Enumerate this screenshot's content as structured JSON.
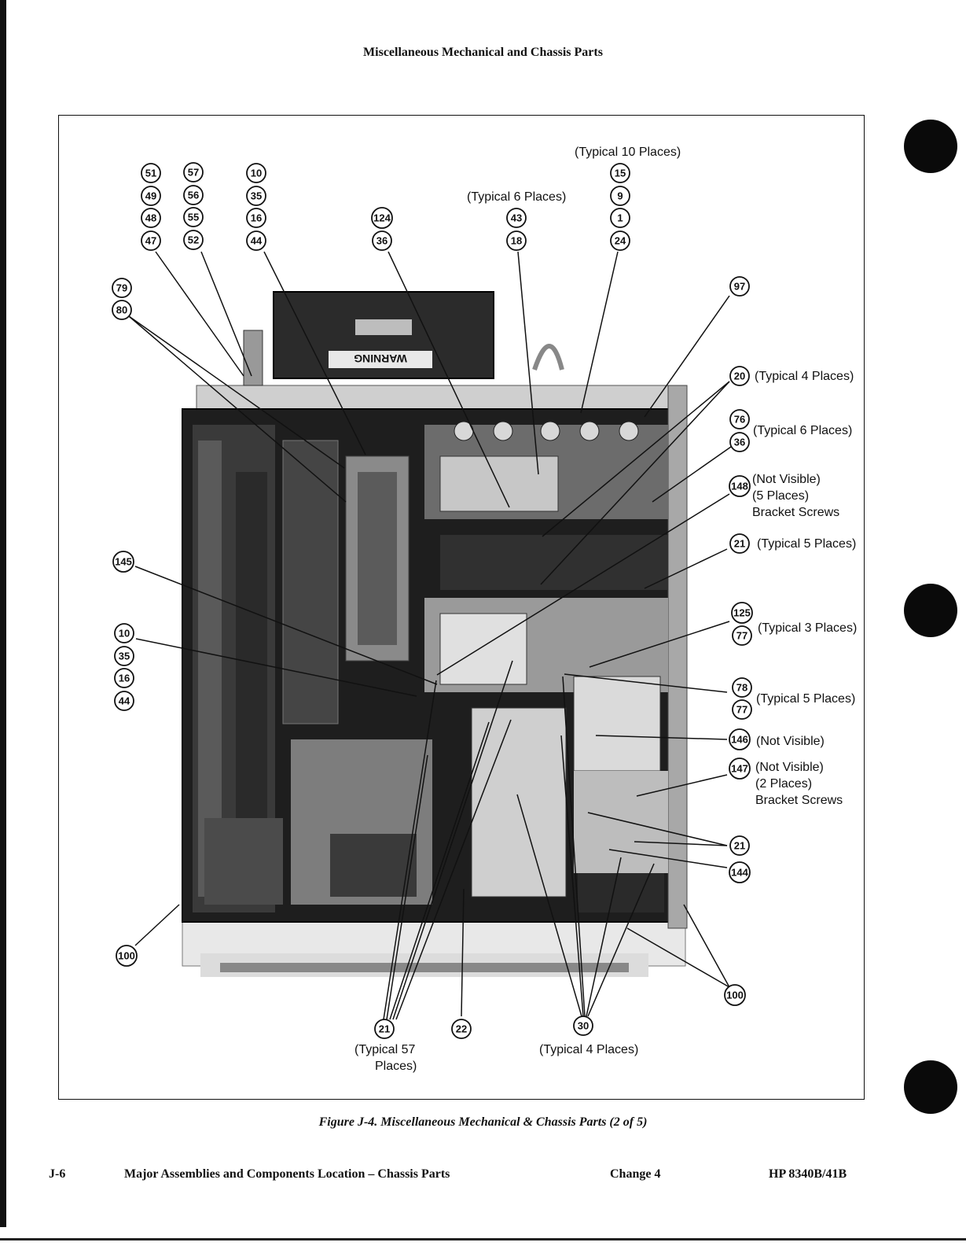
{
  "header": {
    "title": "Miscellaneous Mechanical and Chassis Parts"
  },
  "figure": {
    "caption": "Figure J-4. Miscellaneous Mechanical & Chassis Parts (2 of 5)",
    "placard_text": "WARNING"
  },
  "footer": {
    "page": "J-6",
    "section": "Major Assemblies and Components Location – Chassis Parts",
    "change": "Change 4",
    "model": "HP 8340B/41B"
  },
  "callouts": [
    {
      "id": "c51",
      "num": "51"
    },
    {
      "id": "c49",
      "num": "49"
    },
    {
      "id": "c48",
      "num": "48"
    },
    {
      "id": "c47",
      "num": "47"
    },
    {
      "id": "c57",
      "num": "57"
    },
    {
      "id": "c56",
      "num": "56"
    },
    {
      "id": "c55",
      "num": "55"
    },
    {
      "id": "c52",
      "num": "52"
    },
    {
      "id": "c10a",
      "num": "10"
    },
    {
      "id": "c35a",
      "num": "35"
    },
    {
      "id": "c16a",
      "num": "16"
    },
    {
      "id": "c44a",
      "num": "44"
    },
    {
      "id": "c124",
      "num": "124"
    },
    {
      "id": "c36a",
      "num": "36"
    },
    {
      "id": "c43",
      "num": "43"
    },
    {
      "id": "c18",
      "num": "18"
    },
    {
      "id": "c15",
      "num": "15"
    },
    {
      "id": "c9",
      "num": "9"
    },
    {
      "id": "c1",
      "num": "1"
    },
    {
      "id": "c24",
      "num": "24"
    },
    {
      "id": "c79",
      "num": "79"
    },
    {
      "id": "c80",
      "num": "80"
    },
    {
      "id": "c97",
      "num": "97"
    },
    {
      "id": "c20",
      "num": "20"
    },
    {
      "id": "c76",
      "num": "76"
    },
    {
      "id": "c36b",
      "num": "36"
    },
    {
      "id": "c148",
      "num": "148"
    },
    {
      "id": "c21a",
      "num": "21"
    },
    {
      "id": "c145",
      "num": "145"
    },
    {
      "id": "c10b",
      "num": "10"
    },
    {
      "id": "c35b",
      "num": "35"
    },
    {
      "id": "c16b",
      "num": "16"
    },
    {
      "id": "c44b",
      "num": "44"
    },
    {
      "id": "c125",
      "num": "125"
    },
    {
      "id": "c77a",
      "num": "77"
    },
    {
      "id": "c78",
      "num": "78"
    },
    {
      "id": "c77b",
      "num": "77"
    },
    {
      "id": "c146",
      "num": "146"
    },
    {
      "id": "c147",
      "num": "147"
    },
    {
      "id": "c21b",
      "num": "21"
    },
    {
      "id": "c144",
      "num": "144"
    },
    {
      "id": "c100a",
      "num": "100"
    },
    {
      "id": "c100b",
      "num": "100"
    },
    {
      "id": "c21c",
      "num": "21"
    },
    {
      "id": "c22",
      "num": "22"
    },
    {
      "id": "c30",
      "num": "30"
    }
  ],
  "notes": [
    {
      "id": "n_typ10",
      "lines": [
        "(Typical 10 Places)"
      ]
    },
    {
      "id": "n_typ6a",
      "lines": [
        "(Typical 6 Places)"
      ]
    },
    {
      "id": "n_typ4a",
      "lines": [
        "(Typical 4 Places)"
      ]
    },
    {
      "id": "n_typ6b",
      "lines": [
        "(Typical 6 Places)"
      ]
    },
    {
      "id": "n_148",
      "lines": [
        "(Not Visible)",
        "(5 Places)",
        "Bracket Screws"
      ]
    },
    {
      "id": "n_typ5a",
      "lines": [
        "(Typical 5 Places)"
      ]
    },
    {
      "id": "n_typ3",
      "lines": [
        "(Typical 3 Places)"
      ]
    },
    {
      "id": "n_typ5b",
      "lines": [
        "(Typical 5 Places)"
      ]
    },
    {
      "id": "n_146",
      "lines": [
        "(Not Visible)"
      ]
    },
    {
      "id": "n_147",
      "lines": [
        "(Not Visible)",
        "(2 Places)",
        "Bracket Screws"
      ]
    },
    {
      "id": "n_typ57",
      "lines": [
        "(Typical 57",
        "Places)"
      ]
    },
    {
      "id": "n_typ4b",
      "lines": [
        "(Typical 4 Places)"
      ]
    }
  ]
}
